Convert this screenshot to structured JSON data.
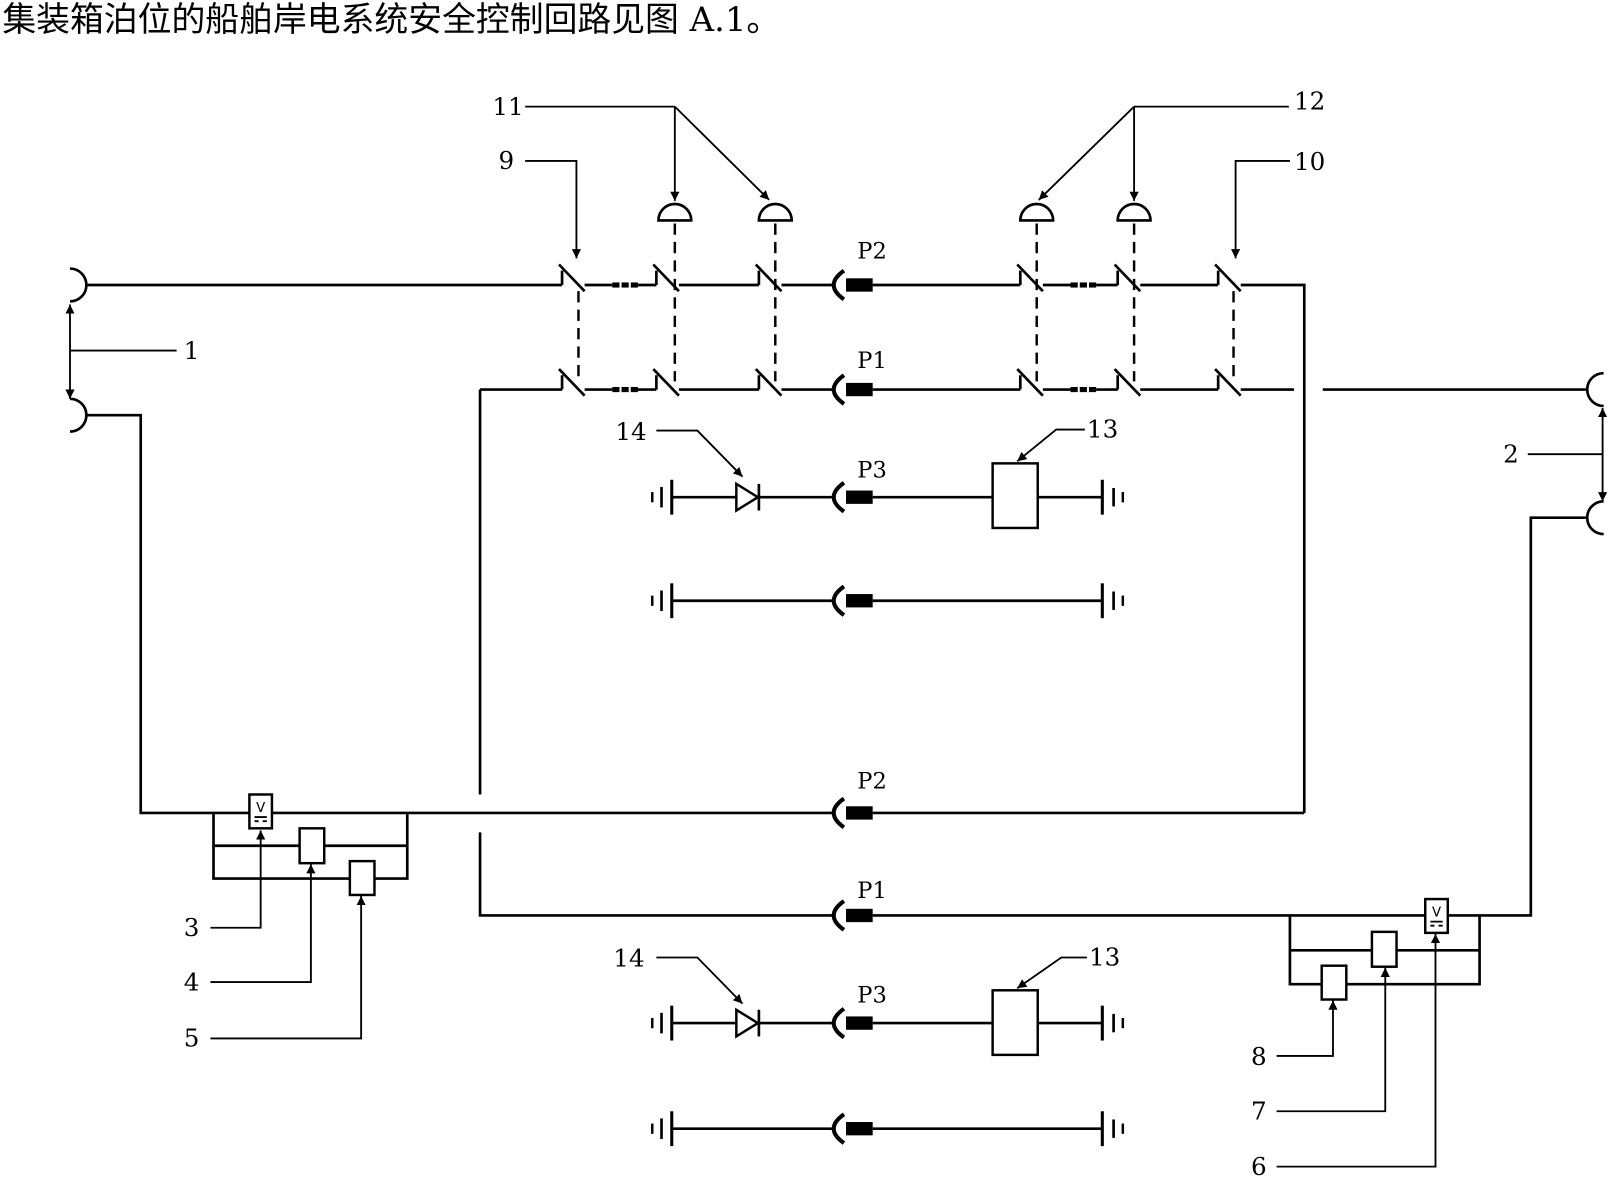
{
  "header": {
    "caption": "集装箱泊位的船舶岸电系统安全控制回路见图 A.1。"
  },
  "callouts": {
    "c1": "1",
    "c2": "2",
    "c3": "3",
    "c4": "4",
    "c5": "5",
    "c6": "6",
    "c7": "7",
    "c8": "8",
    "c9": "9",
    "c10": "10",
    "c11": "11",
    "c12": "12",
    "c13_upper": "13",
    "c13_lower": "13",
    "c14_upper": "14",
    "c14_lower": "14"
  },
  "connectors": {
    "p2_upper": "P2",
    "p1_upper": "P1",
    "p3_upper": "P3",
    "p2_lower": "P2",
    "p1_lower": "P1",
    "p3_lower": "P3"
  },
  "meters": {
    "left": "V",
    "right": "V"
  },
  "colors": {
    "ink": "#000000",
    "paper": "#ffffff"
  }
}
